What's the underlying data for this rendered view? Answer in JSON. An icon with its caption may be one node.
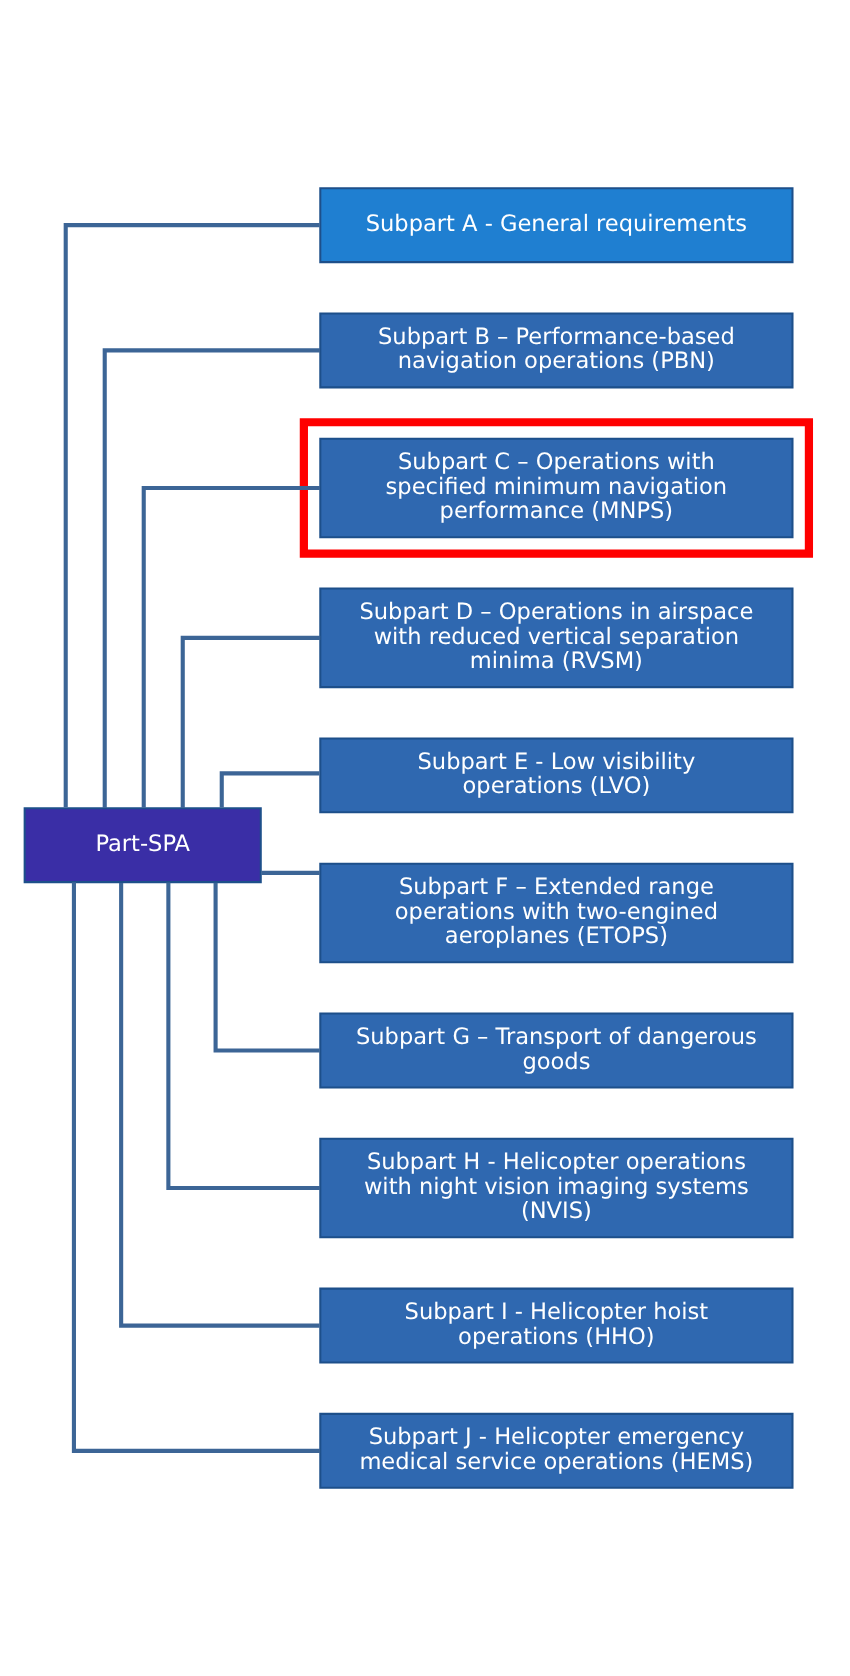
{
  "diagram": {
    "nodes": [
      {
        "text": [
          "Part-SPA"
        ]
      },
      {
        "text": [
          "Subpart A - General requirements"
        ]
      },
      {
        "text": [
          "Subpart B – Performance-based navigation operations (PBN)"
        ]
      },
      {
        "text": [],
        "shape": "box"
      },
      {
        "text": [
          "Subpart C – Operations with specified minimum navigation performance (MNPS)"
        ],
        "in": 3
      },
      {
        "text": [
          "Subpart D – Operations in airspace with reduced vertical separation minima (RVSM)"
        ]
      },
      {
        "text": [
          "Subpart E - Low visibility operations (LVO)"
        ]
      },
      {
        "text": [
          "Subpart F – Extended range operations with two-engined aeroplanes (ETOPS)"
        ]
      },
      {
        "text": [
          "Subpart G – Transport of dangerous goods"
        ]
      },
      {
        "text": [
          "Subpart H - Helicopter operations with night vision imaging systems (NVIS)"
        ]
      },
      {
        "text": [
          "Subpart I - Helicopter hoist operations (HHO)"
        ]
      },
      {
        "text": [
          "Subpart J - Helicopter emergency medical service operations (HEMS)"
        ]
      }
    ],
    "edges": [
      {
        "from": 0,
        "to": 1,
        "arrow": "none"
      },
      {
        "from": 0,
        "to": 2,
        "arrow": "none"
      },
      {
        "from": 0,
        "to": 4,
        "arrow": "none"
      },
      {
        "from": 0,
        "to": 5,
        "arrow": "none"
      },
      {
        "from": 0,
        "to": 6,
        "arrow": "none"
      },
      {
        "from": 0,
        "to": 7,
        "arrow": "none"
      },
      {
        "from": 0,
        "to": 8,
        "arrow": "none"
      },
      {
        "from": 0,
        "to": 9,
        "arrow": "none"
      },
      {
        "from": 0,
        "to": 10,
        "arrow": "none"
      },
      {
        "from": 0,
        "to": 11,
        "arrow": "none"
      }
    ]
  }
}
